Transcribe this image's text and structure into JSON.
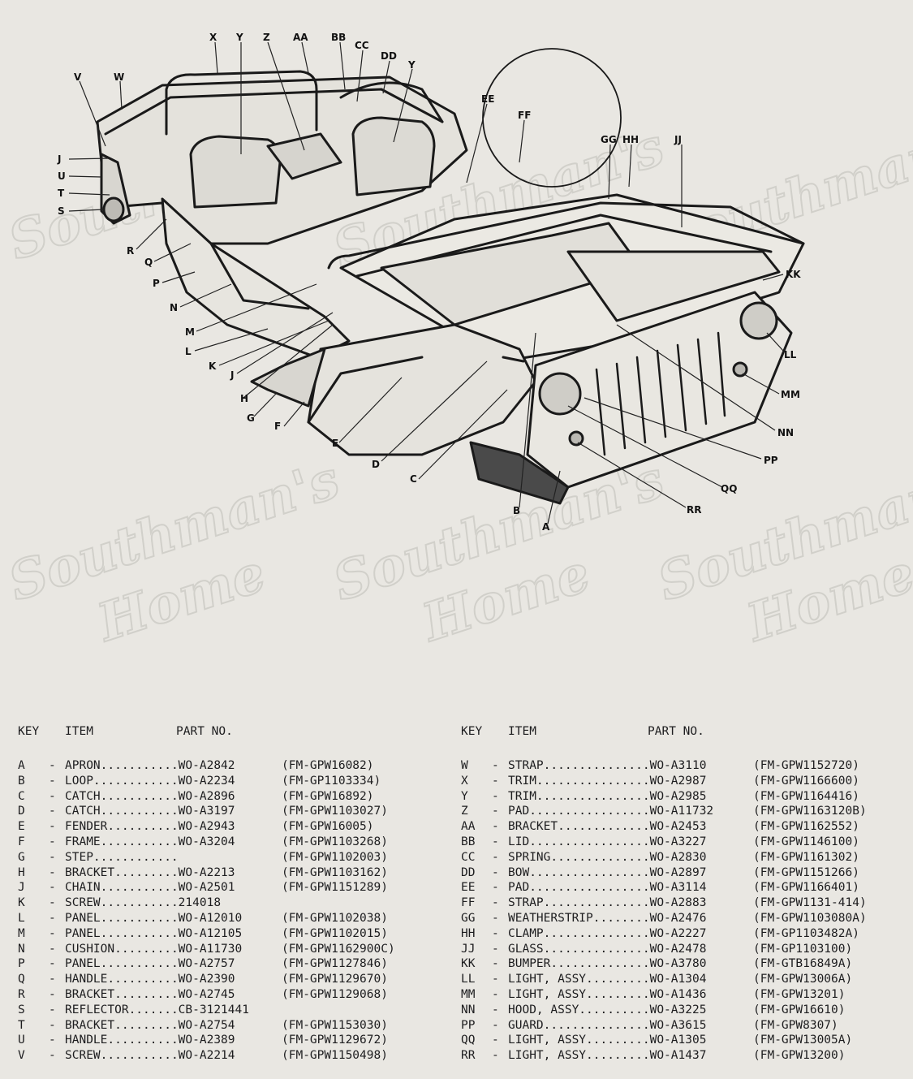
{
  "diagram": {
    "callouts": [
      "X",
      "Y",
      "Z",
      "AA",
      "BB",
      "CC",
      "DD",
      "Y",
      "V",
      "W",
      "EE",
      "FF",
      "GG",
      "HH",
      "JJ",
      "J",
      "U",
      "T",
      "S",
      "R",
      "Q",
      "P",
      "N",
      "M",
      "L",
      "K",
      "J",
      "H",
      "G",
      "F",
      "E",
      "D",
      "C",
      "B",
      "A",
      "KK",
      "LL",
      "MM",
      "NN",
      "PP",
      "QQ",
      "RR"
    ],
    "watermark_line1": "Southman's",
    "watermark_line2": "Home"
  },
  "table": {
    "headers": {
      "key": "KEY",
      "item": "ITEM",
      "part_no": "PART NO."
    },
    "left": [
      {
        "key": "A",
        "item": "APRON",
        "part": "WO-A2842",
        "ref": "(FM-GPW16082)"
      },
      {
        "key": "B",
        "item": "LOOP",
        "part": "WO-A2234",
        "ref": "(FM-GP1103334)"
      },
      {
        "key": "C",
        "item": "CATCH",
        "part": "WO-A2896",
        "ref": "(FM-GPW16892)"
      },
      {
        "key": "D",
        "item": "CATCH",
        "part": "WO-A3197",
        "ref": "(FM-GPW1103027)"
      },
      {
        "key": "E",
        "item": "FENDER",
        "part": "WO-A2943",
        "ref": "(FM-GPW16005)"
      },
      {
        "key": "F",
        "item": "FRAME",
        "part": "WO-A3204",
        "ref": "(FM-GPW1103268)"
      },
      {
        "key": "G",
        "item": "STEP",
        "part": "",
        "ref": "(FM-GPW1102003)"
      },
      {
        "key": "H",
        "item": "BRACKET",
        "part": "WO-A2213",
        "ref": "(FM-GPW1103162)"
      },
      {
        "key": "J",
        "item": "CHAIN",
        "part": "WO-A2501",
        "ref": "(FM-GPW1151289)"
      },
      {
        "key": "K",
        "item": "SCREW",
        "part": "214018",
        "ref": ""
      },
      {
        "key": "L",
        "item": "PANEL",
        "part": "WO-A12010",
        "ref": "(FM-GPW1102038)"
      },
      {
        "key": "M",
        "item": "PANEL",
        "part": "WO-A12105",
        "ref": "(FM-GPW1102015)"
      },
      {
        "key": "N",
        "item": "CUSHION",
        "part": "WO-A11730",
        "ref": "(FM-GPW1162900C)"
      },
      {
        "key": "P",
        "item": "PANEL",
        "part": "WO-A2757",
        "ref": "(FM-GPW1127846)"
      },
      {
        "key": "Q",
        "item": "HANDLE",
        "part": "WO-A2390",
        "ref": "(FM-GPW1129670)"
      },
      {
        "key": "R",
        "item": "BRACKET",
        "part": "WO-A2745",
        "ref": "(FM-GPW1129068)"
      },
      {
        "key": "S",
        "item": "REFLECTOR",
        "part": "CB-3121441",
        "ref": ""
      },
      {
        "key": "T",
        "item": "BRACKET",
        "part": "WO-A2754",
        "ref": "(FM-GPW1153030)"
      },
      {
        "key": "U",
        "item": "HANDLE",
        "part": "WO-A2389",
        "ref": "(FM-GPW1129672)"
      },
      {
        "key": "V",
        "item": "SCREW",
        "part": "WO-A2214",
        "ref": "(FM-GPW1150498)"
      }
    ],
    "right": [
      {
        "key": "W",
        "item": "STRAP",
        "part": "WO-A3110",
        "ref": "(FM-GPW1152720)"
      },
      {
        "key": "X",
        "item": "TRIM",
        "part": "WO-A2987",
        "ref": "(FM-GPW1166600)"
      },
      {
        "key": "Y",
        "item": "TRIM",
        "part": "WO-A2985",
        "ref": "(FM-GPW1164416)"
      },
      {
        "key": "Z",
        "item": "PAD",
        "part": "WO-A11732",
        "ref": "(FM-GPW1163120B)"
      },
      {
        "key": "AA",
        "item": "BRACKET",
        "part": "WO-A2453",
        "ref": "(FM-GPW1162552)"
      },
      {
        "key": "BB",
        "item": "LID",
        "part": "WO-A3227",
        "ref": "(FM-GPW1146100)"
      },
      {
        "key": "CC",
        "item": "SPRING",
        "part": "WO-A2830",
        "ref": "(FM-GPW1161302)"
      },
      {
        "key": "DD",
        "item": "BOW",
        "part": "WO-A2897",
        "ref": "(FM-GPW1151266)"
      },
      {
        "key": "EE",
        "item": "PAD",
        "part": "WO-A3114",
        "ref": "(FM-GPW1166401)"
      },
      {
        "key": "FF",
        "item": "STRAP",
        "part": "WO-A2883",
        "ref": "(FM-GPW1131-414)"
      },
      {
        "key": "GG",
        "item": "WEATHERSTRIP",
        "part": "WO-A2476",
        "ref": "(FM-GPW1103080A)"
      },
      {
        "key": "HH",
        "item": "CLAMP",
        "part": "WO-A2227",
        "ref": "(FM-GP1103482A)"
      },
      {
        "key": "JJ",
        "item": "GLASS",
        "part": "WO-A2478",
        "ref": "(FM-GP1103100)"
      },
      {
        "key": "KK",
        "item": "BUMPER",
        "part": "WO-A3780",
        "ref": "(FM-GTB16849A)"
      },
      {
        "key": "LL",
        "item": "LIGHT, ASSY",
        "part": "WO-A1304",
        "ref": "(FM-GPW13006A)"
      },
      {
        "key": "MM",
        "item": "LIGHT, ASSY",
        "part": "WO-A1436",
        "ref": "(FM-GPW13201)"
      },
      {
        "key": "NN",
        "item": "HOOD, ASSY",
        "part": "WO-A3225",
        "ref": "(FM-GPW16610)"
      },
      {
        "key": "PP",
        "item": "GUARD",
        "part": "WO-A3615",
        "ref": "(FM-GPW8307)"
      },
      {
        "key": "QQ",
        "item": "LIGHT, ASSY",
        "part": "WO-A1305",
        "ref": "(FM-GPW13005A)"
      },
      {
        "key": "RR",
        "item": "LIGHT, ASSY",
        "part": "WO-A1437",
        "ref": "(FM-GPW13200)"
      }
    ]
  }
}
